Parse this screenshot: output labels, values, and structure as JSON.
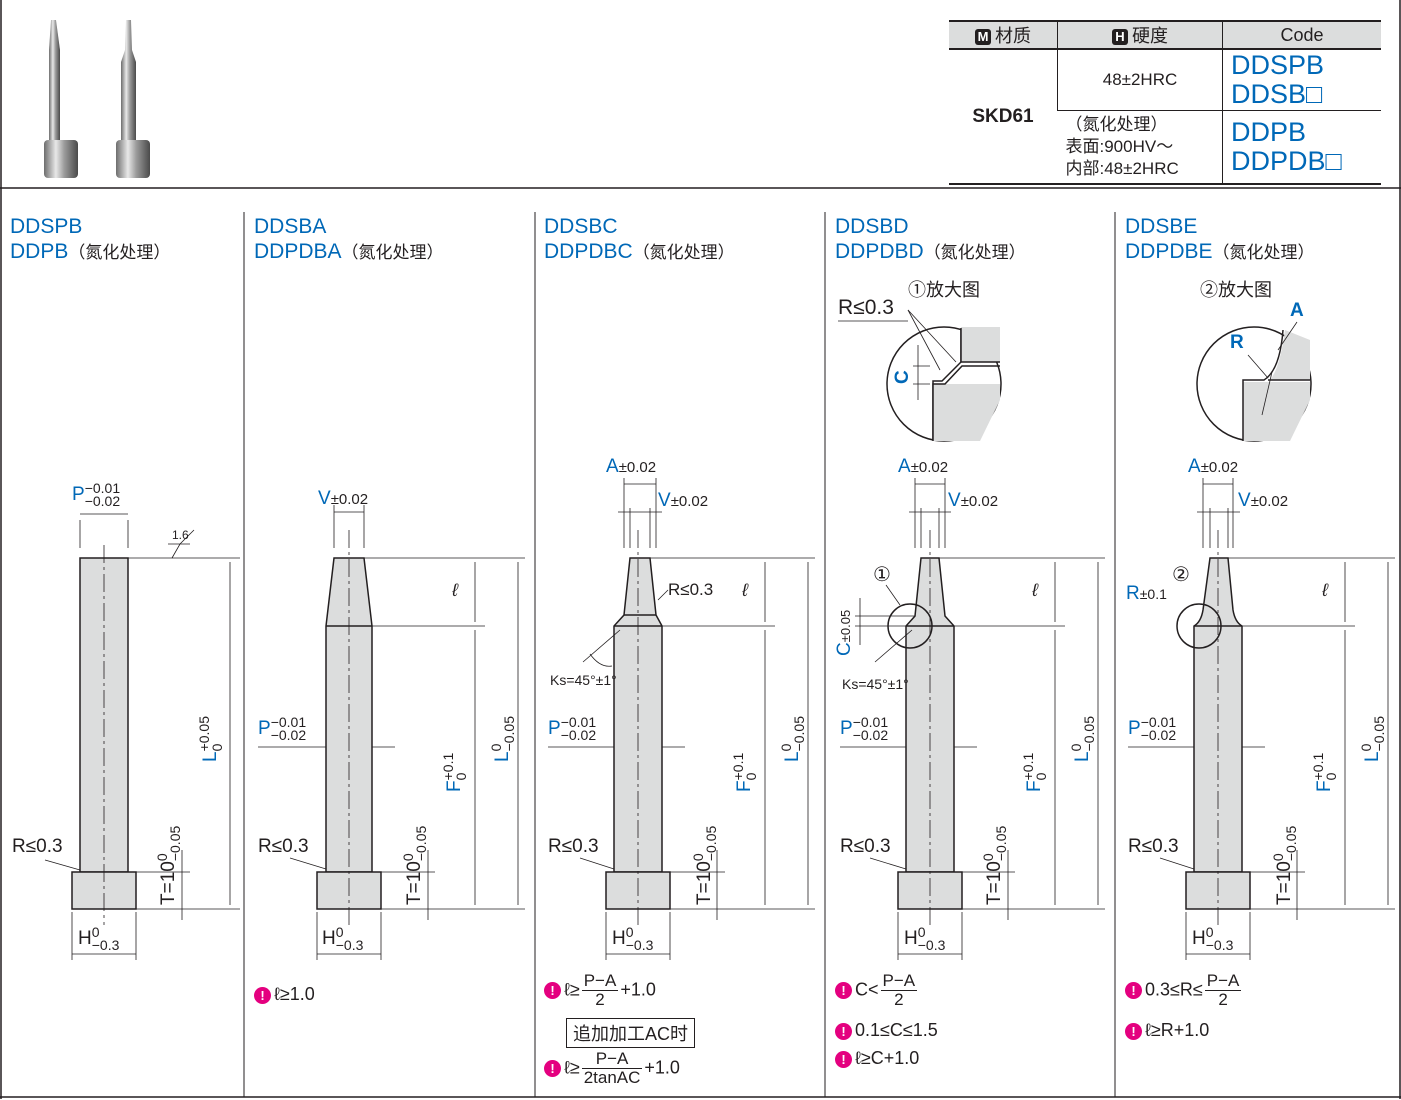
{
  "table": {
    "headers": {
      "material": "材质",
      "material_badge": "M",
      "hardness": "硬度",
      "hardness_badge": "H",
      "code": "Code"
    },
    "material": "SKD61",
    "rows": [
      {
        "hardness": "48±2HRC",
        "codes": [
          "DDSPB",
          "DDSB□"
        ]
      },
      {
        "hardness_lines": [
          "（氮化处理）",
          "表面:900HV～",
          "内部:48±2HRC"
        ],
        "codes": [
          "DDPB",
          "DDPDB□"
        ]
      }
    ]
  },
  "columns": [
    {
      "code1": "DDSPB",
      "code2": "DDPB",
      "suffix": "（氮化处理）"
    },
    {
      "code1": "DDSBA",
      "code2": "DDPDBA",
      "suffix": "（氮化处理）"
    },
    {
      "code1": "DDSBC",
      "code2": "DDPDBC",
      "suffix": "（氮化处理）"
    },
    {
      "code1": "DDSBD",
      "code2": "DDPDBD",
      "suffix": "（氮化处理）"
    },
    {
      "code1": "DDSBE",
      "code2": "DDPDBE",
      "suffix": "（氮化处理）"
    }
  ],
  "detail": {
    "d1_title": "①放大图",
    "d2_title": "②放大图",
    "r_le": "R≤0.3",
    "c": "C",
    "r": "R",
    "a": "A",
    "circ1": "①",
    "circ2": "②"
  },
  "dims": {
    "P": "P",
    "P_tol_up": "−0.01",
    "P_tol_lo": "−0.02",
    "V": "V",
    "V_tol": "±0.02",
    "A": "A",
    "A_tol": "±0.02",
    "L": "L",
    "L_tol_up": "+0.05",
    "L_tol_lo": "0",
    "L2_tol_up": "0",
    "L2_tol_lo": "−0.05",
    "F": "F",
    "F_tol_up": "+0.1",
    "F_tol_lo": "0",
    "T": "T=10",
    "T_tol_up": "0",
    "T_tol_lo": "−0.05",
    "H": "H",
    "H_tol_up": "0",
    "H_tol_lo": "−0.3",
    "R03": "R≤0.3",
    "R03b": "R≤0.3",
    "rough": "1.6",
    "ell": "ℓ",
    "ks": "Ks=45°±1°",
    "C": "C",
    "C_tol": "±0.05",
    "R": "R",
    "R_tol": "±0.1"
  },
  "notes": {
    "col2": [
      "ℓ≥1.0"
    ],
    "col3_1_pre": "ℓ≥",
    "col3_1_num": "P−A",
    "col3_1_den": "2",
    "col3_1_post": "+1.0",
    "col3_box": "追加加工AC时",
    "col3_2_pre": "ℓ≥",
    "col3_2_num": "P−A",
    "col3_2_den": "2tanAC",
    "col3_2_post": "+1.0",
    "col4_1_pre": "C<",
    "col4_1_num": "P−A",
    "col4_1_den": "2",
    "col4_2": "0.1≤C≤1.5",
    "col4_3": "ℓ≥C+1.0",
    "col5_1_pre": "0.3≤R≤",
    "col5_1_num": "P−A",
    "col5_1_den": "2",
    "col5_2": "ℓ≥R+1.0",
    "mark": "!"
  }
}
